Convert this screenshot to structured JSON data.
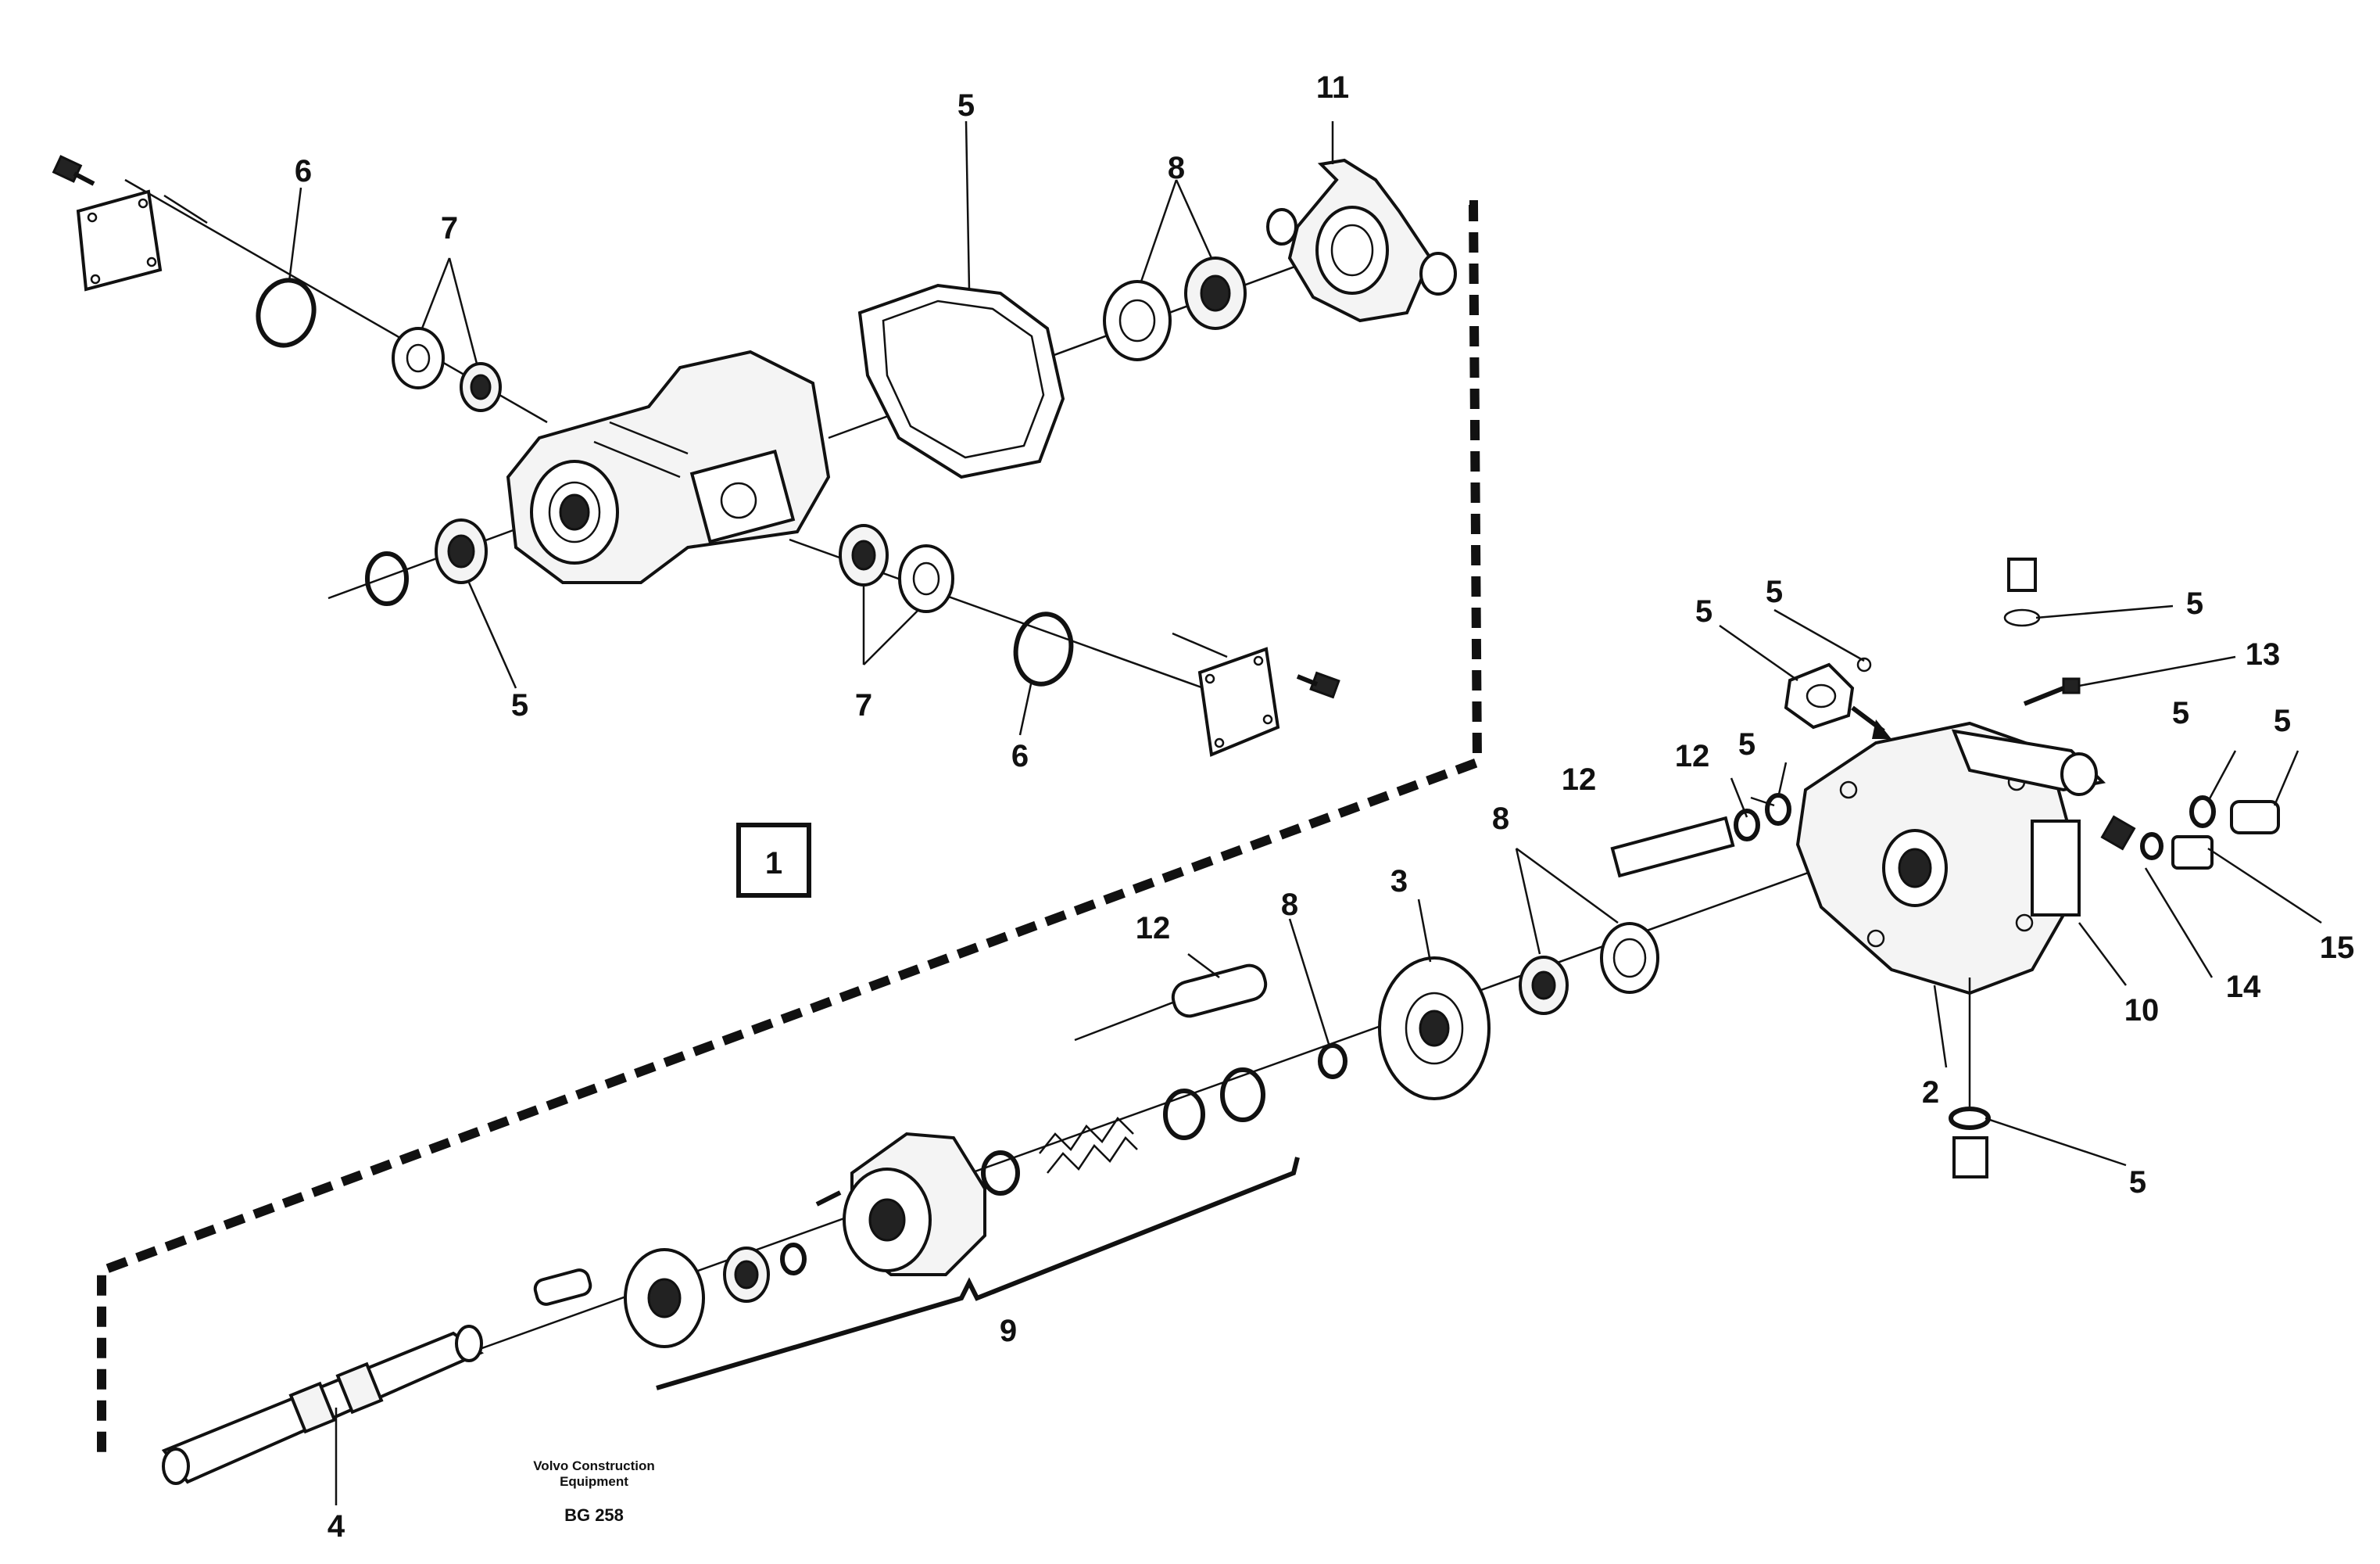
{
  "diagram": {
    "group_box_label": "1",
    "callouts": {
      "c1": "5",
      "c2": "11",
      "c3": "6",
      "c4": "7",
      "c5": "8",
      "c6": "5",
      "c7": "7",
      "c8": "6",
      "c9": "5",
      "c10": "5",
      "c11": "5",
      "c12": "13",
      "c13": "12",
      "c14": "12",
      "c15": "5",
      "c16": "8",
      "c17": "5",
      "c18": "5",
      "c19": "15",
      "c20": "14",
      "c21": "10",
      "c22": "12",
      "c23": "8",
      "c24": "3",
      "c25": "2",
      "c26": "5",
      "c27": "9",
      "c28": "4"
    },
    "footer": {
      "company_line1": "Volvo Construction",
      "company_line2": "Equipment",
      "code": "BG 258"
    }
  }
}
